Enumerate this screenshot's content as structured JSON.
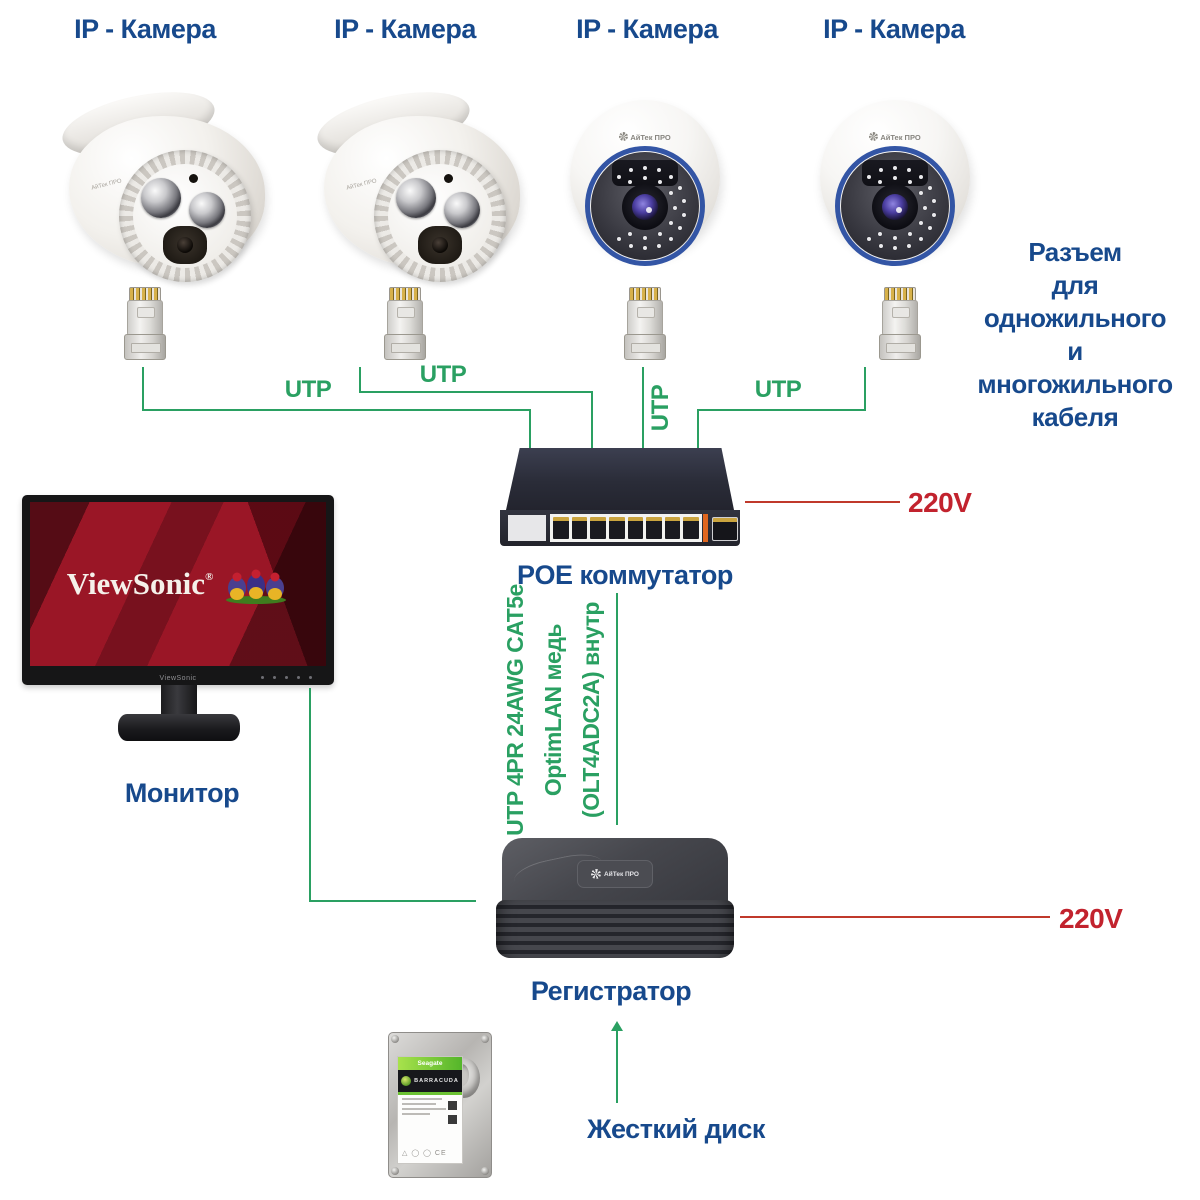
{
  "colors": {
    "accent_blue": "#17498c",
    "line_green": "#2aa062",
    "power_red": "#c2232e",
    "switch_navy": "#2b2d3a",
    "dome_ring_blue": "#3355a5"
  },
  "camera_labels": [
    "IP - Камера",
    "IP - Камера",
    "IP - Камера",
    "IP - Камера"
  ],
  "camera_brand": "АйТек ПРО",
  "utp": {
    "cam1": "UTP",
    "cam2": "UTP",
    "cam3": "UTP",
    "cam4": "UTP"
  },
  "connector_note": {
    "l1": "Разъем",
    "l2": "для одножильного",
    "l3": "и многожильного",
    "l4": "кабеля"
  },
  "switch": {
    "label": "POE коммутатор",
    "power": "220V"
  },
  "cable_spec": {
    "l1": "UTP 4PR 24AWG CAT5e",
    "l2": "OptimLAN медь",
    "l3": "(OLT4ADC2A) внутр"
  },
  "monitor": {
    "label": "Монитор",
    "brand": "ViewSonic",
    "reg": "®",
    "bezel_brand": "ViewSonic"
  },
  "recorder": {
    "label": "Регистратор",
    "power": "220V",
    "badge": "АйТек ПРО"
  },
  "hdd": {
    "label": "Жесткий диск",
    "brand": "Seagate",
    "series": "BARRACUDA"
  }
}
